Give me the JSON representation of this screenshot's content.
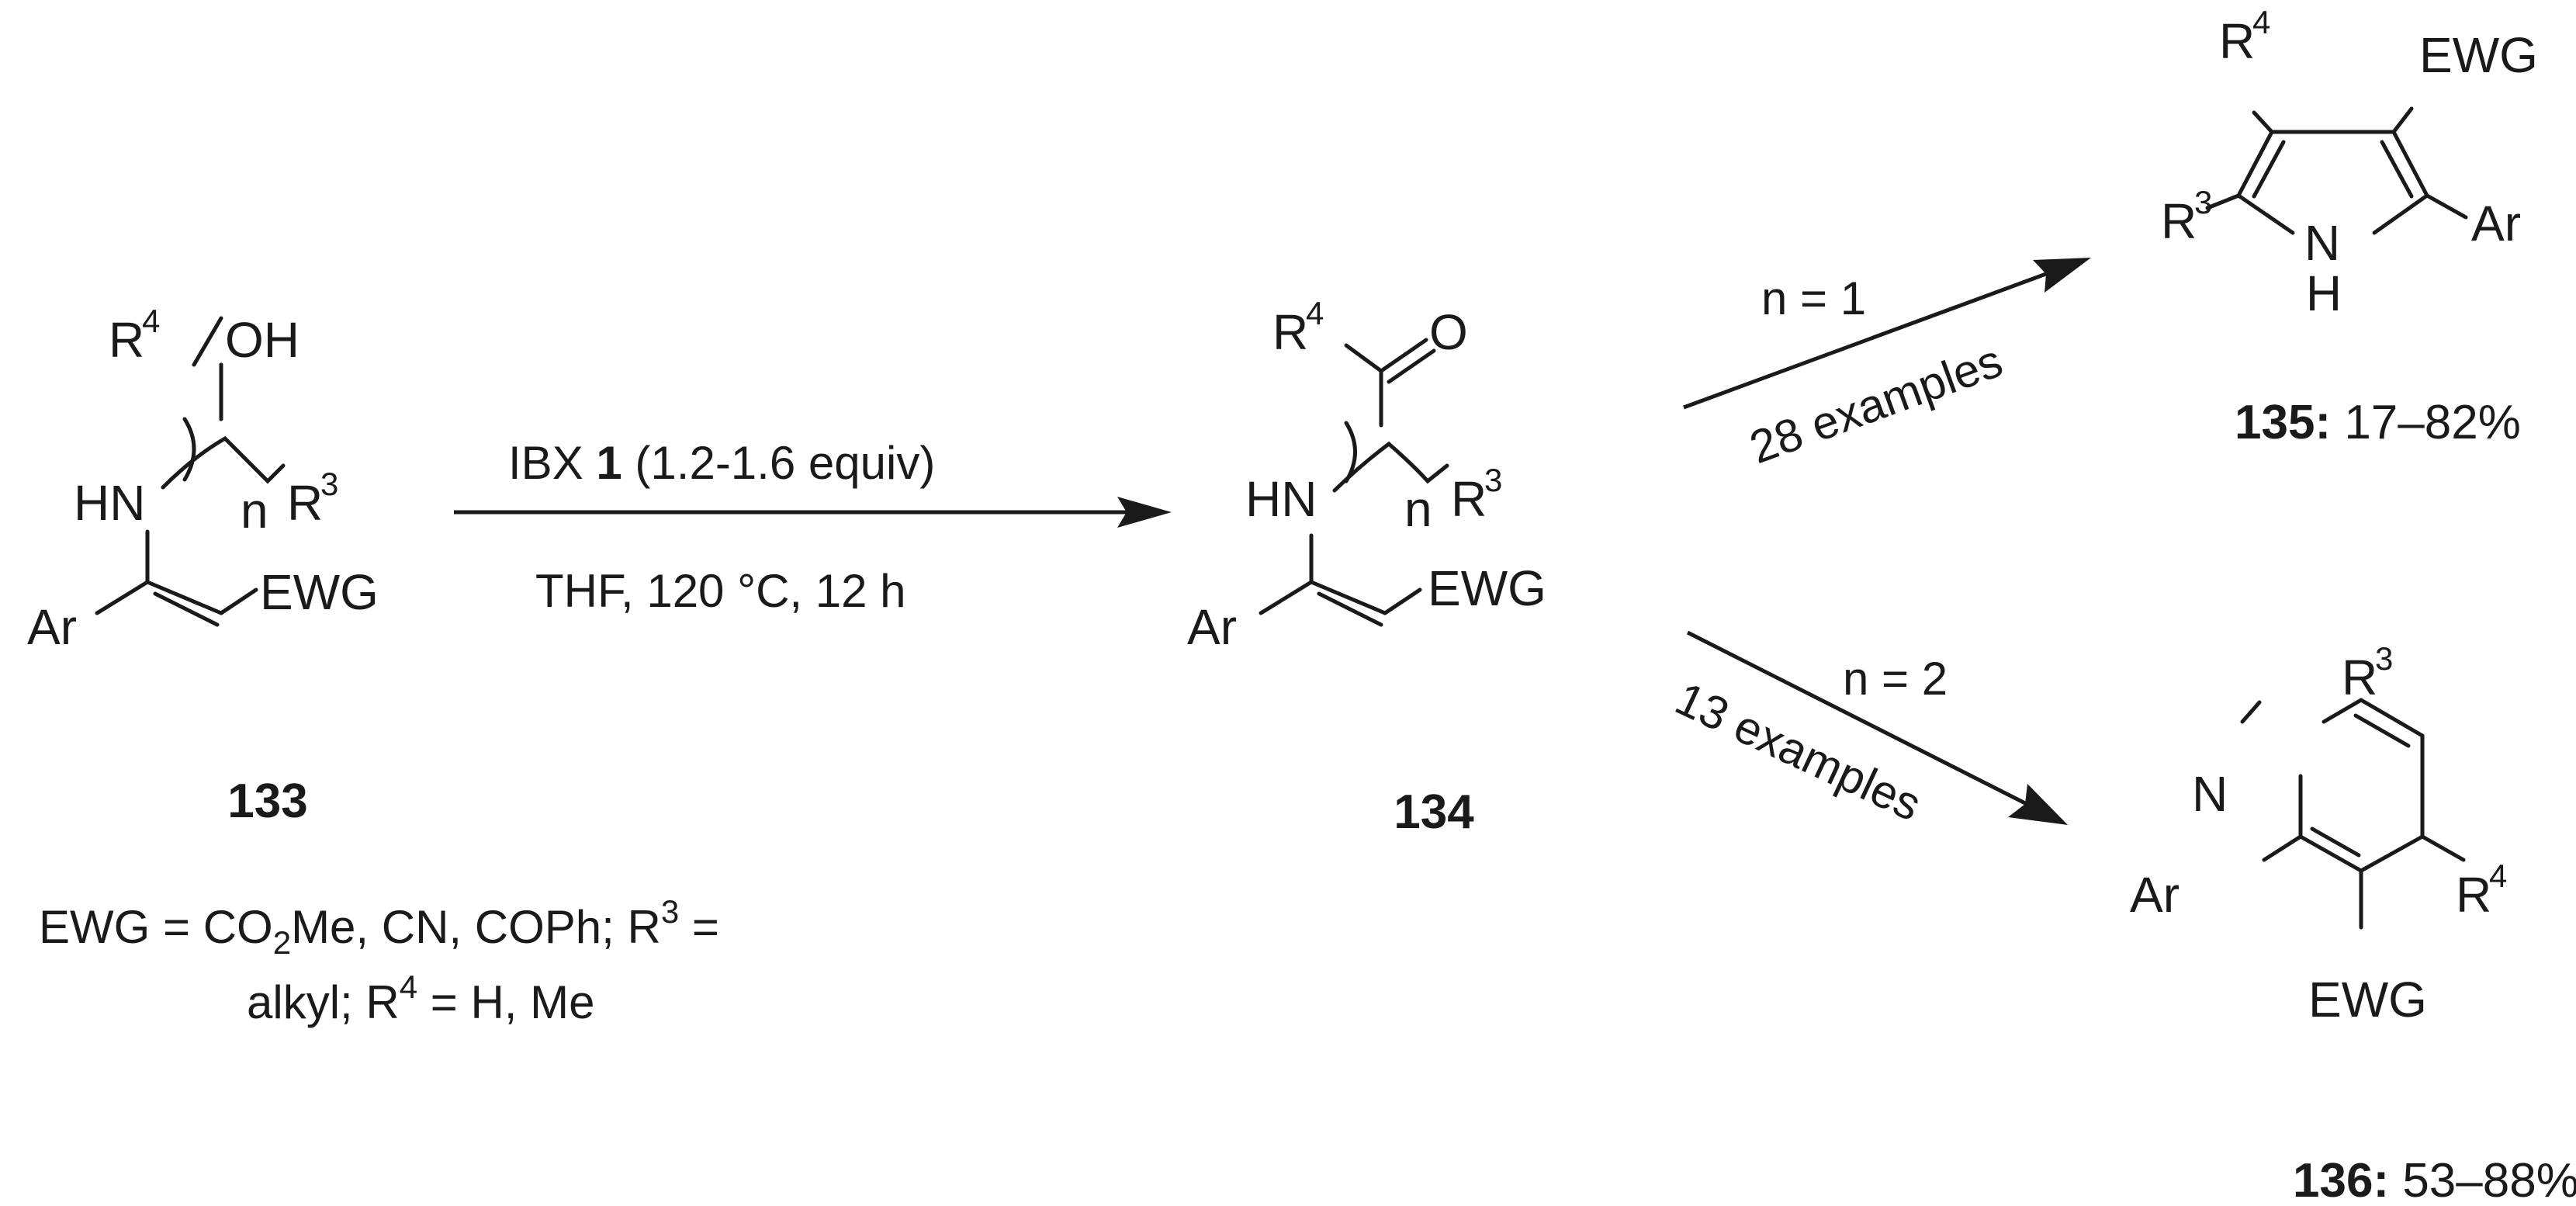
{
  "labels": {
    "r": "R",
    "three": "3",
    "four": "4",
    "oh": "OH",
    "o": "O",
    "hn": "HN",
    "n_sub": "n",
    "ewg": "EWG",
    "ar": "Ar",
    "n_atom": "N",
    "h_atom": "H"
  },
  "compounds": {
    "c133": "133",
    "c134": "134",
    "c135": "135:",
    "c136": "136:"
  },
  "yields": {
    "y135": "17–82%",
    "y136": "53–88%"
  },
  "conditions": {
    "reagent_prefix": "IBX ",
    "reagent_bold": "1",
    "reagent_suffix": " (1.2-1.6 equiv)",
    "solvent": "THF, 120 °C, 12 h"
  },
  "branches": {
    "upper_condition": "n = 1",
    "upper_examples": "28 examples",
    "lower_condition": "n = 2",
    "lower_examples": "13 examples"
  },
  "footnote": {
    "line1_a": "EWG = CO",
    "line1_sub": "2",
    "line1_b": "Me, CN, COPh; R",
    "line1_sup": "3",
    "line1_c": " =",
    "line2_a": "alkyl; R",
    "line2_sup": "4",
    "line2_b": " = H, Me"
  }
}
